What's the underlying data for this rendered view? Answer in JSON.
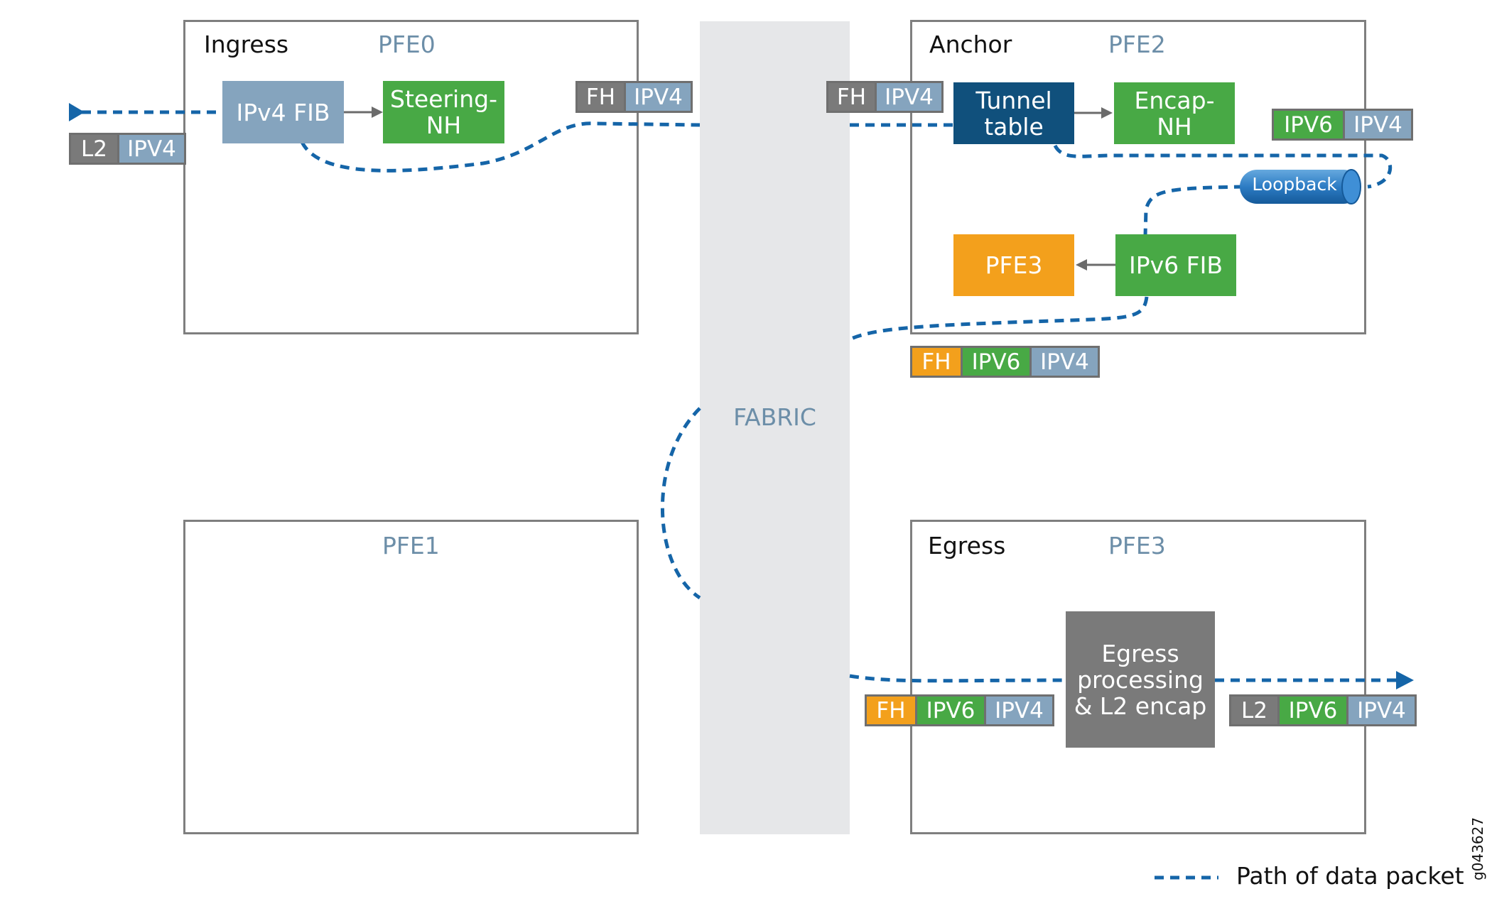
{
  "fabric": {
    "label": "FABRIC"
  },
  "pfe0": {
    "role": "Ingress",
    "name": "PFE0",
    "ipv4_fib": "IPv4 FIB",
    "steering_nh": "Steering-\nNH"
  },
  "pfe2": {
    "role": "Anchor",
    "name": "PFE2",
    "tunnel_table": "Tunnel\ntable",
    "encap_nh": "Encap-\nNH",
    "ipv6_fib": "IPv6 FIB",
    "pfe3_block": "PFE3",
    "loopback": "Loopback"
  },
  "pfe1": {
    "name": "PFE1"
  },
  "pfe3": {
    "role": "Egress",
    "name": "PFE3",
    "egress_block": "Egress\nprocessing\n& L2 encap"
  },
  "headers": {
    "input": [
      "L2",
      "IPV4"
    ],
    "pfe0_out": [
      "FH",
      "IPV4"
    ],
    "pfe2_in": [
      "FH",
      "IPV4"
    ],
    "pfe2_encap": [
      "IPV6",
      "IPV4"
    ],
    "pfe2_out": [
      "FH",
      "IPV6",
      "IPV4"
    ],
    "pfe3_in": [
      "FH",
      "IPV6",
      "IPV4"
    ],
    "pfe3_out": [
      "L2",
      "IPV6",
      "IPV4"
    ]
  },
  "legend": {
    "path_label": "Path of data packet"
  },
  "figure_id": "g043627",
  "colors": {
    "path": "#1565a8",
    "box_border": "#7f7f7f",
    "fabric": "#e6e7e9",
    "ipv4_fib": "#85a4be",
    "green": "#48a945",
    "tunnel": "#10507c",
    "orange": "#f3a01c",
    "egress": "#7a7a7a",
    "pfe_label": "#6c8ea8"
  }
}
